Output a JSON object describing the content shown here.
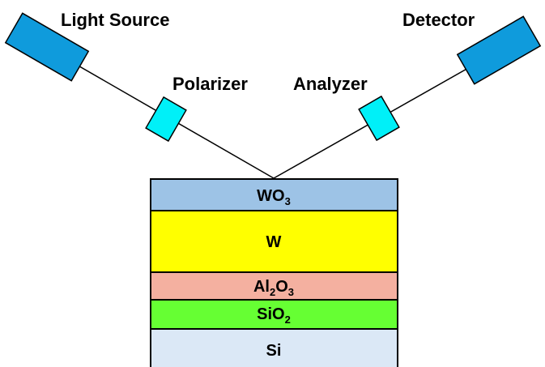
{
  "labels": {
    "light_source": "Light Source",
    "polarizer": "Polarizer",
    "analyzer": "Analyzer",
    "detector": "Detector"
  },
  "layers": [
    {
      "name": "WO3",
      "main": "WO",
      "sub": "3",
      "tail": "",
      "color": "#9dc3e6"
    },
    {
      "name": "W",
      "main": "W",
      "sub": "",
      "tail": "",
      "color": "#ffff00"
    },
    {
      "name": "Al2O3",
      "main": "Al",
      "sub": "2",
      "tail": "O",
      "sub2": "3",
      "color": "#f4b0a0"
    },
    {
      "name": "SiO2",
      "main": "SiO",
      "sub": "2",
      "tail": "",
      "color": "#66ff33"
    },
    {
      "name": "Si",
      "main": "Si",
      "sub": "",
      "tail": "",
      "color": "#dbe8f6"
    }
  ],
  "colors": {
    "source_detector": "#0f9bdc",
    "optics": "#00f0f8",
    "outline": "#000000"
  }
}
